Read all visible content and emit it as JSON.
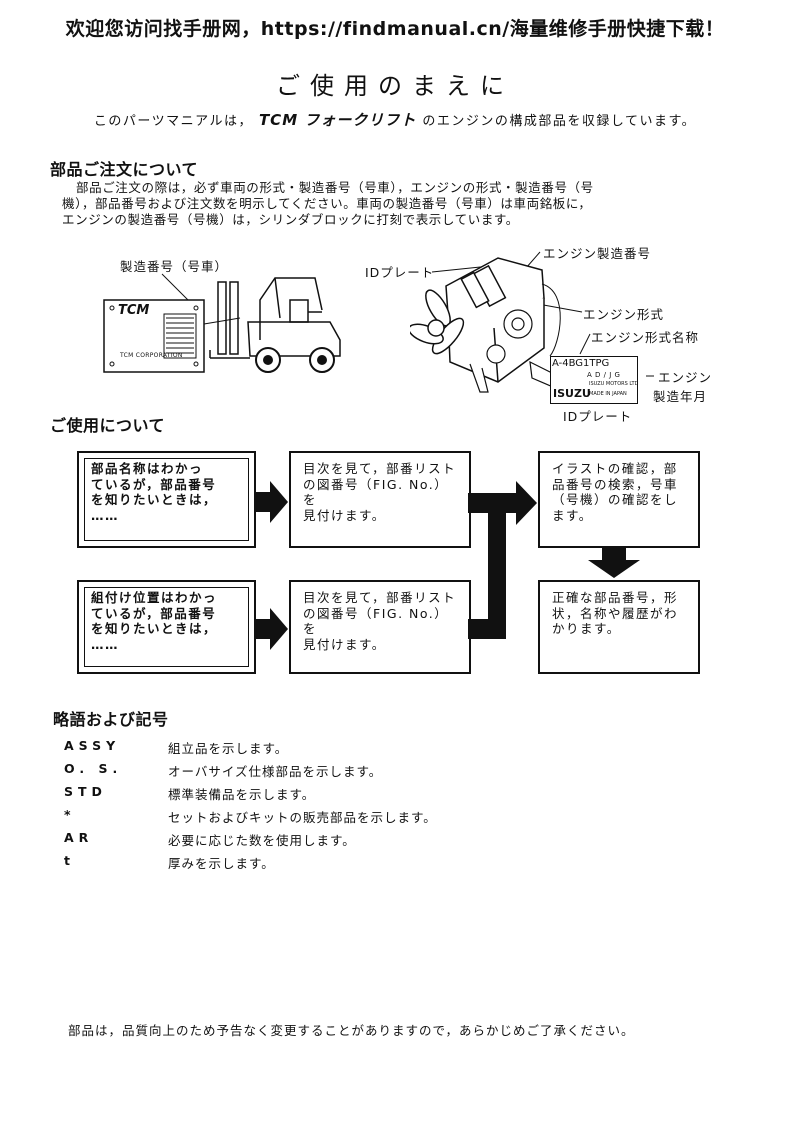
{
  "banner": "欢迎您访问找手册网，https://findmanual.cn/海量维修手册快捷下载！",
  "title": "ご使用のまえに",
  "intro": {
    "before": "このパーツマニアルは，",
    "brand": "TCM フォークリフト",
    "after": "のエンジンの構成部品を収録しています。"
  },
  "ordering": {
    "heading": "部品ご注文について",
    "lines": [
      "部品ご注文の際は，必ず車両の形式・製造番号（号車），エンジンの形式・製造番号（号",
      "機），部品番号および注文数を明示してください。車両の製造番号（号車）は車両銘板に，",
      "エンジンの製造番号（号機）は，シリンダブロックに打刻で表示しています。"
    ]
  },
  "figure": {
    "forklift_label": "製造番号（号車）",
    "plate_brand": "TCM",
    "plate_maker": "TCM CORPORATION",
    "id_plate_label": "IDプレート",
    "engine_serial_label": "エンジン製造番号",
    "engine_model_label": "エンジン形式",
    "engine_model_name_label": "エンジン形式名称",
    "engine_date_label_1": "エンジン",
    "engine_date_label_2": "製造年月",
    "id_plate_bottom_label": "IDプレート",
    "plate_model": "A-4BG1TPG",
    "plate_code": "A D / J G",
    "plate_isuzu": "ISUZU",
    "plate_isuzu_motors": "ISUZU MOTORS LTD",
    "plate_made": "MADE IN JAPAN"
  },
  "usage": {
    "heading": "ご使用について",
    "box1": [
      "部品名称はわかっ",
      "ているが，部品番号",
      "を知りたいときは，",
      "……"
    ],
    "box2": [
      "目次を見て，部番リスト",
      "の図番号（FIG. No.）を",
      "見付けます。"
    ],
    "box3": [
      "イラストの確認，部",
      "品番号の検索，号車",
      "（号機）の確認をし",
      "ます。"
    ],
    "box4": [
      "組付け位置はわかっ",
      "ているが，部品番号",
      "を知りたいときは，",
      "……"
    ],
    "box5": [
      "目次を見て，部番リスト",
      "の図番号（FIG. No.）を",
      "見付けます。"
    ],
    "box6": [
      "正確な部品番号，形",
      "状，名称や履歴がわ",
      "かります。"
    ]
  },
  "abbreviations": {
    "heading": "略語および記号",
    "items": [
      {
        "key": "ASSY",
        "desc": "組立品を示します。"
      },
      {
        "key": "O. S.",
        "desc": "オーバサイズ仕様部品を示します。"
      },
      {
        "key": "STD",
        "desc": "標準装備品を示します。"
      },
      {
        "key": "*",
        "desc": "セットおよびキットの販売部品を示します。"
      },
      {
        "key": "AR",
        "desc": "必要に応じた数を使用します。"
      },
      {
        "key": "t",
        "desc": "厚みを示します。"
      }
    ]
  },
  "footer": "部品は，品質向上のため予告なく変更することがありますので，あらかじめご了承ください。"
}
